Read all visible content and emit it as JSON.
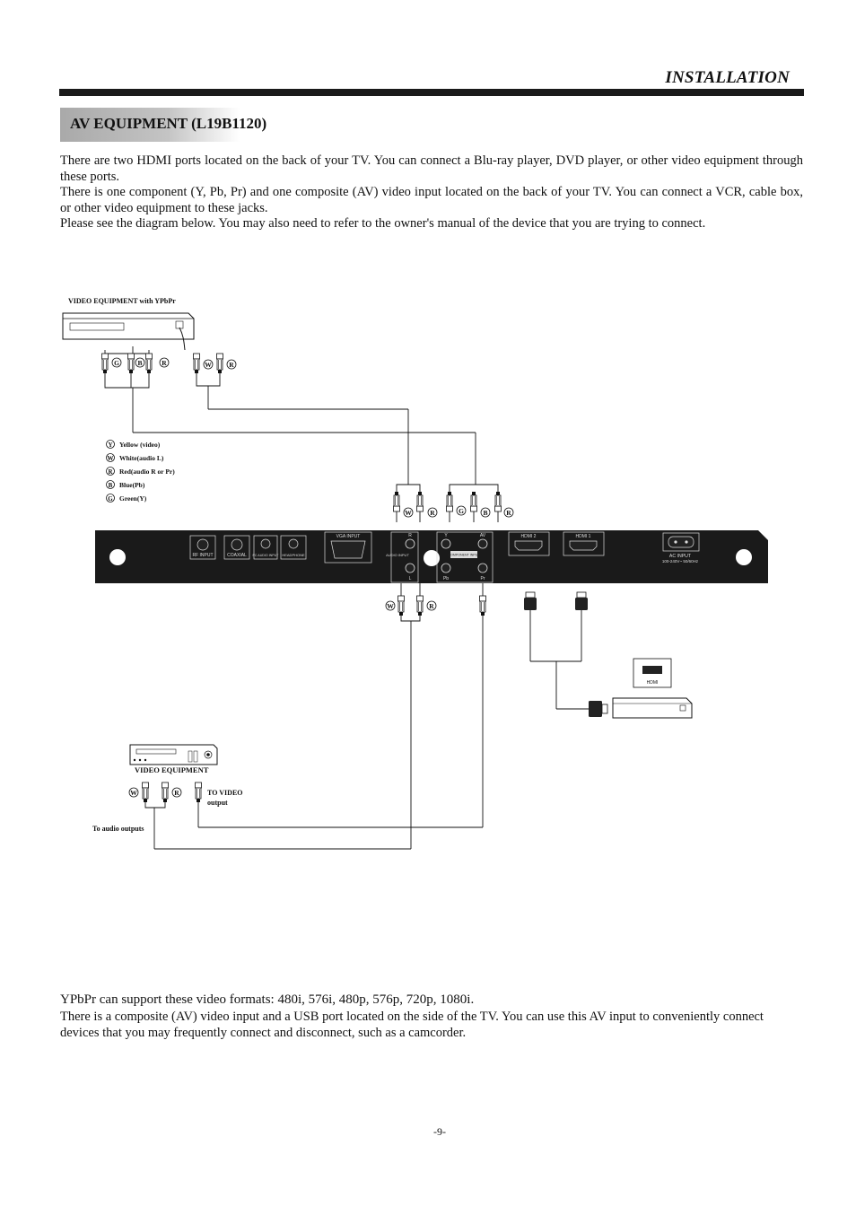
{
  "header": {
    "title": "INSTALLATION"
  },
  "section": {
    "title": "AV EQUIPMENT (L19B1120)"
  },
  "intro": {
    "p1": "There are two HDMI ports located on the back of your TV. You can connect a Blu-ray player, DVD player, or other video equipment through these ports.",
    "p2": "There is one component (Y, Pb, Pr) and one composite (AV) video input located on the back of your TV. You can connect a VCR, cable box, or other video equipment to these jacks.",
    "p3": "Please see the diagram below. You may also need to refer to the owner's manual of the device that you are trying to connect."
  },
  "diagram": {
    "ypbpr_device_label": "VIDEO EQUIPMENT with YPbPr",
    "legend": [
      {
        "letter": "Y",
        "text": "Yellow (video)"
      },
      {
        "letter": "W",
        "text": "White(audio L)"
      },
      {
        "letter": "R",
        "text": "Red(audio R or Pr)"
      },
      {
        "letter": "B",
        "text": "Blue(Pb)"
      },
      {
        "letter": "G",
        "text": "Green(Y)"
      }
    ],
    "panel": {
      "rf_input": "RF INPUT",
      "coaxial": "COAXIAL",
      "pc_audio": "PC AUDIO INPUT",
      "headphone": "HEADPHONE",
      "vga_input": "VGA INPUT",
      "audio_input": "AUDIO INPUT",
      "r": "R",
      "l": "L",
      "y": "Y",
      "pb": "Pb",
      "pr": "Pr",
      "av": "AV",
      "component_input": "COMPONENT INPUT",
      "hdmi2": "HDMI 2",
      "hdmi1": "HDMI 1",
      "ac_input": "AC INPUT",
      "ac_rating": "100-240V~ 50/60Hz"
    },
    "hdmi_device_label": "HDMI",
    "video_equipment_label": "VIDEO EQUIPMENT",
    "to_video_output": "TO VIDEO",
    "to_video_output2": "output",
    "to_audio_outputs": "To audio outputs",
    "plug_letters": {
      "w": "W",
      "r": "R",
      "g": "G",
      "b": "B"
    }
  },
  "bottom": {
    "p1": "YPbPr can support these video formats: 480i, 576i, 480p, 576p, 720p, 1080i.",
    "p2": "There is a composite (AV) video input and a USB port located on the side of the TV. You can use this AV input to conveniently connect devices that you may frequently connect and disconnect, such as a camcorder."
  },
  "page_number": "-9-"
}
